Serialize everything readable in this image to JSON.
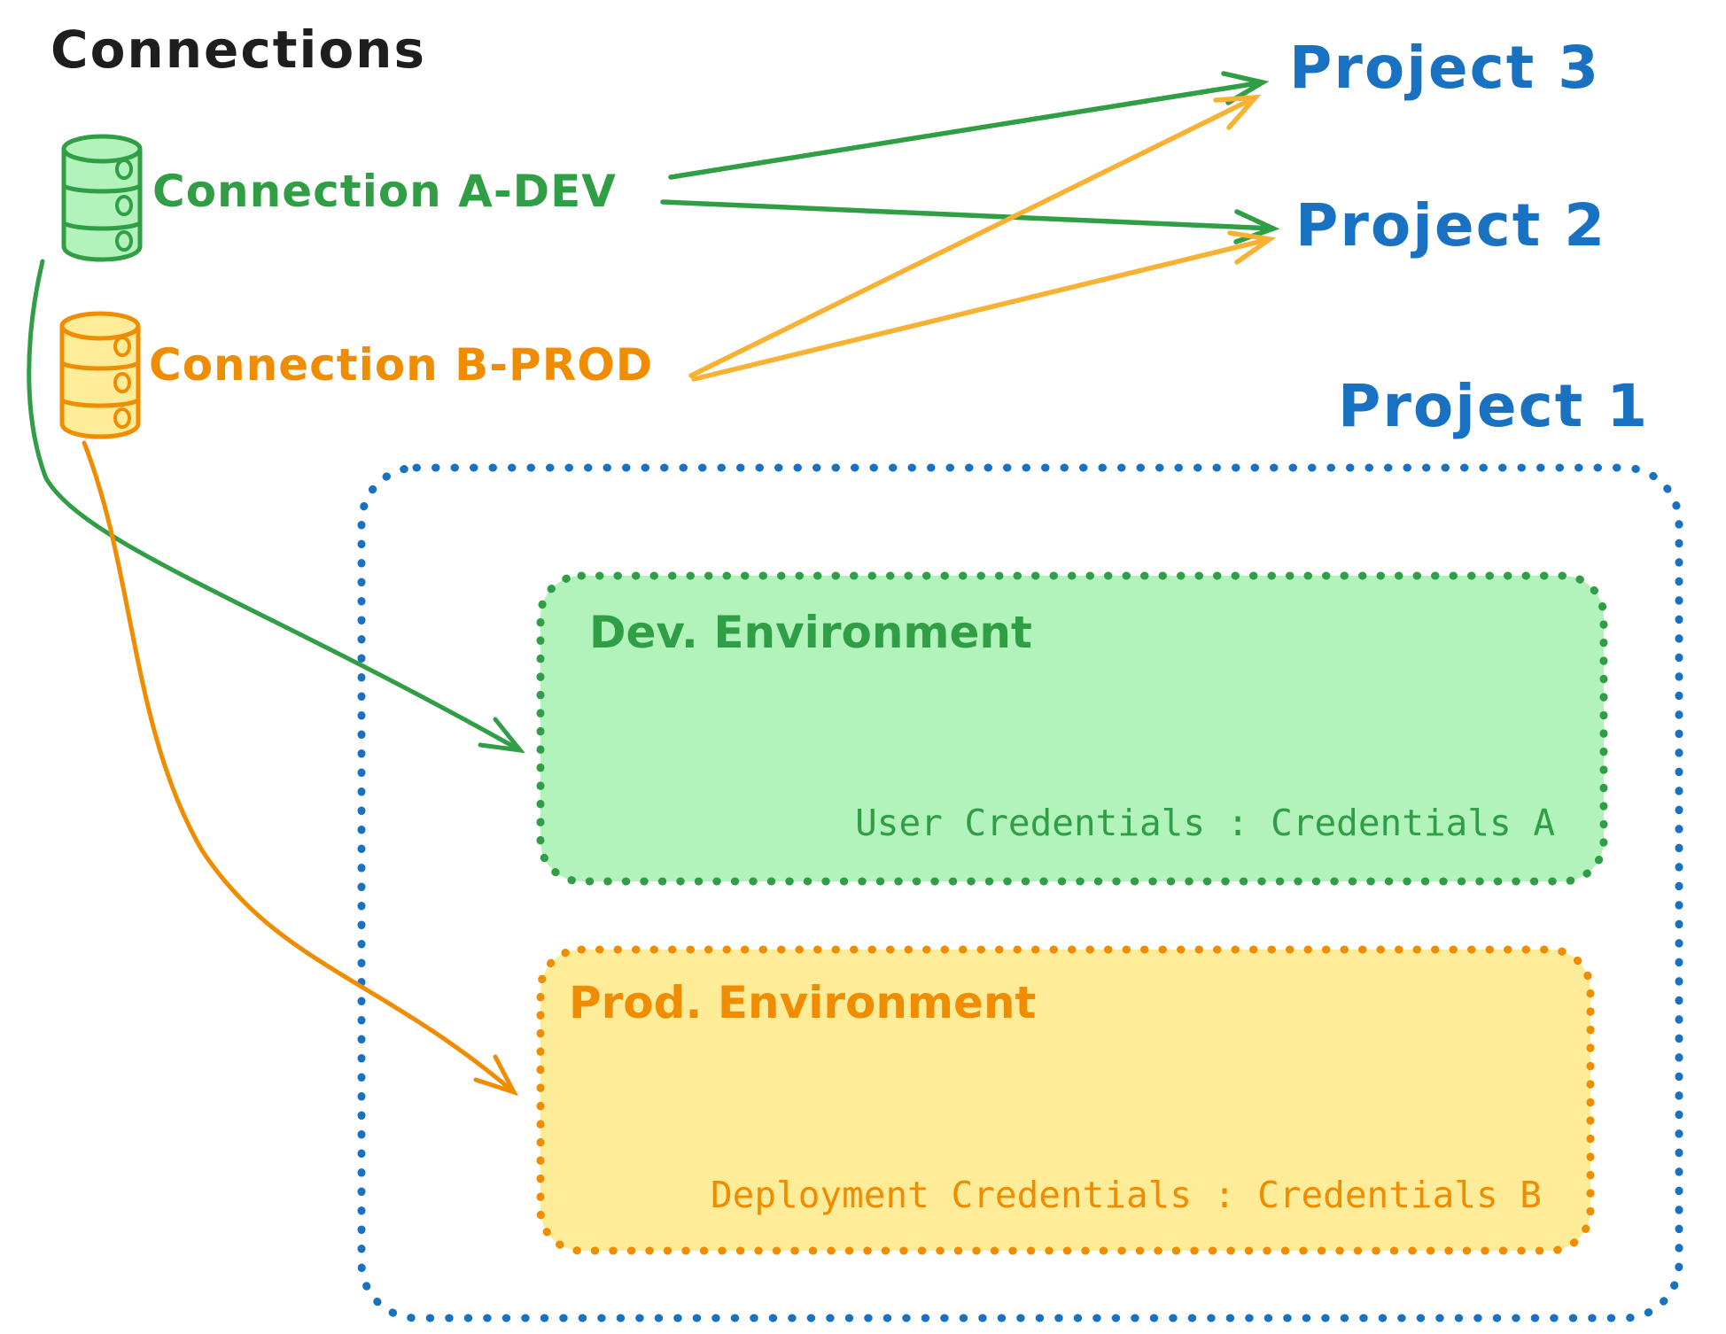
{
  "title": "Connections",
  "colors": {
    "green": "#2f9e44",
    "green_fill": "#b2f2bb",
    "orange": "#f08c00",
    "orange_fill": "#ffec99",
    "blue": "#1971c2",
    "black": "#1e1e1e"
  },
  "connections": [
    {
      "label": "Connection A-DEV",
      "icon": "database-icon",
      "color": "#2f9e44"
    },
    {
      "label": "Connection B-PROD",
      "icon": "database-icon",
      "color": "#f08c00"
    }
  ],
  "projects": [
    {
      "label": "Project 3"
    },
    {
      "label": "Project 2"
    },
    {
      "label": "Project 1"
    }
  ],
  "project1": {
    "environments": [
      {
        "name": "Dev. Environment",
        "credentials_display": "User Credentials : Credentials A",
        "credentials_label": "User Credentials",
        "credentials_value": "Credentials A",
        "color": "#2f9e44"
      },
      {
        "name": "Prod. Environment",
        "credentials_display": "Deployment Credentials : Credentials B",
        "credentials_label": "Deployment Credentials",
        "credentials_value": "Credentials B",
        "color": "#f08c00"
      }
    ]
  },
  "edges": [
    {
      "from": "Connection A-DEV",
      "to": "Project 3",
      "color": "green"
    },
    {
      "from": "Connection A-DEV",
      "to": "Project 2",
      "color": "green"
    },
    {
      "from": "Connection B-PROD",
      "to": "Project 3",
      "color": "orange"
    },
    {
      "from": "Connection B-PROD",
      "to": "Project 2",
      "color": "orange"
    },
    {
      "from": "Connection A-DEV",
      "to": "Dev. Environment",
      "color": "green"
    },
    {
      "from": "Connection B-PROD",
      "to": "Prod. Environment",
      "color": "orange"
    }
  ]
}
